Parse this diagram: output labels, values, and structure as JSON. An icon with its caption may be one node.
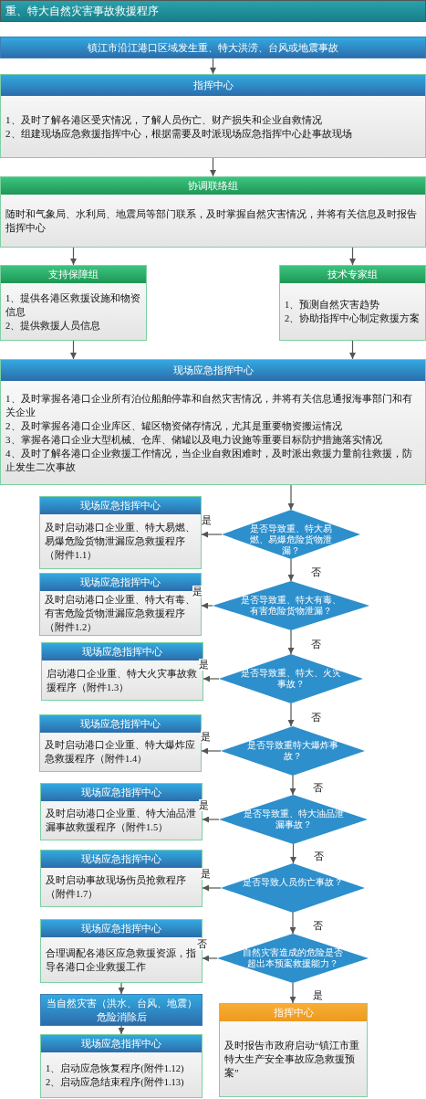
{
  "diagram": {
    "title": "重、特大自然灾害事故救援程序",
    "nodes": [
      {
        "text": [
          "镇江市沿江港口区域发生重、特大洪涝、台风或地震事故"
        ]
      },
      {
        "text": [
          "指挥中心",
          "1、及时了解各港区受灾情况，了解人员伤亡、财产损失和企业自救情况",
          "2、组建现场应急救援指挥中心，根据需要及时派现场应急指挥中心赴事故现场"
        ]
      },
      {
        "text": [
          "协调联络组",
          "随时和气象局、水利局、地震局等部门联系，及时掌握自然灾害情况，并将有关信息及时报告指挥中心"
        ]
      },
      {
        "text": [
          "支持保障组",
          "1、提供各港区救援设施和物资信息",
          "2、提供救援人员信息"
        ]
      },
      {
        "text": [
          "技术专家组",
          "1、预测自然灾害趋势",
          "2、协助指挥中心制定救援方案"
        ]
      },
      {
        "text": [
          "现场应急指挥中心",
          "1、及时掌握各港口企业所有泊位船舶停靠和自然灾害情况，并将有关信息通报海事部门和有关企业",
          "2、及时掌握各港口企业库区、罐区物资储存情况，尤其是重要物资搬运情况",
          "3、掌握各港口企业大型机械、仓库、储罐以及电力设施等重要目标防护措施落实情况",
          "4、及时了解各港口企业救援工作情况，当企业自救困难时，及时派出救援力量前往救援，防止发生二次事故"
        ]
      },
      {
        "text": [
          "现场应急指挥中心",
          "及时启动港口企业重、特大易燃、易爆危险货物泄漏应急救援程序（附件1.1）"
        ]
      },
      {
        "text": [
          "是否导致重、特大易燃、易爆危险货物泄漏？"
        ]
      },
      {
        "text": [
          "现场应急指挥中心",
          "及时启动港口企业重、特大有毒、有害危险货物泄漏应急救援程序（附件1.2）"
        ]
      },
      {
        "text": [
          "是否导致重、特大有毒、有害危险货物泄漏？"
        ]
      },
      {
        "text": [
          "现场应急指挥中心",
          "启动港口企业重、特大火灾事故救援程序（附件1.3）"
        ]
      },
      {
        "text": [
          "是否导致重、特大、火灾事故？"
        ]
      },
      {
        "text": [
          "现场应急指挥中心",
          "及时启动港口企业重、特大爆炸应急救援程序（附件1.4）"
        ]
      },
      {
        "text": [
          "是否导致重特大爆炸事故？"
        ]
      },
      {
        "text": [
          "现场应急指挥中心",
          "及时启动港口企业重、特大油品泄漏事故救援程序（附件1.5）"
        ]
      },
      {
        "text": [
          "是否导致重、特大油品泄漏事故？"
        ]
      },
      {
        "text": [
          "现场应急指挥中心",
          "及时启动事故现场伤员抢救程序（附件1.7）"
        ]
      },
      {
        "text": [
          "是否导致人员伤亡事故？"
        ]
      },
      {
        "text": [
          "现场应急指挥中心",
          "合理调配各港区应急救援资源，指导各港口企业救援工作"
        ]
      },
      {
        "text": [
          "自然灾害造成的危险是否超出本预案救援能力？"
        ]
      },
      {
        "text": [
          "当自然灾害（洪水、台风、地震）危险消除后"
        ]
      },
      {
        "text": [
          "指挥中心",
          "及时报告市政府启动“镇江市重特大生产安全事故应急救援预案”"
        ]
      },
      {
        "text": [
          "现场应急指挥中心",
          "1、启动应急恢复程序(附件1.12)",
          "2、启动应急结束程序(附件1.13)"
        ]
      }
    ],
    "edges": [
      {
        "from": 0,
        "to": 1,
        "arrow": "to"
      },
      {
        "from": 1,
        "to": 2,
        "arrow": "to"
      },
      {
        "from": 2,
        "to": 3,
        "arrow": "to"
      },
      {
        "from": 2,
        "to": 4,
        "arrow": "to"
      },
      {
        "from": 3,
        "to": 5,
        "arrow": "to"
      },
      {
        "from": 4,
        "to": 5,
        "arrow": "to"
      },
      {
        "from": 5,
        "to": 7,
        "arrow": "to"
      },
      {
        "from": 7,
        "to": 6,
        "arrow": "to",
        "label": "是"
      },
      {
        "from": 7,
        "to": 9,
        "arrow": "to",
        "label": "否"
      },
      {
        "from": 9,
        "to": 8,
        "arrow": "to",
        "label": "是"
      },
      {
        "from": 9,
        "to": 11,
        "arrow": "to",
        "label": "否"
      },
      {
        "from": 11,
        "to": 10,
        "arrow": "to",
        "label": "是"
      },
      {
        "from": 11,
        "to": 13,
        "arrow": "to",
        "label": "否"
      },
      {
        "from": 13,
        "to": 12,
        "arrow": "to",
        "label": "是"
      },
      {
        "from": 13,
        "to": 15,
        "arrow": "to",
        "label": "否"
      },
      {
        "from": 15,
        "to": 14,
        "arrow": "to",
        "label": "是"
      },
      {
        "from": 15,
        "to": 17,
        "arrow": "to",
        "label": "否"
      },
      {
        "from": 17,
        "to": 16,
        "arrow": "to",
        "label": "是"
      },
      {
        "from": 17,
        "to": 19,
        "arrow": "to",
        "label": "否"
      },
      {
        "from": 19,
        "to": 18,
        "arrow": "to",
        "label": "否"
      },
      {
        "from": 19,
        "to": 21,
        "arrow": "to",
        "label": "是"
      },
      {
        "from": 18,
        "to": 20,
        "arrow": "to"
      },
      {
        "from": 20,
        "to": 22,
        "arrow": "to"
      }
    ]
  }
}
